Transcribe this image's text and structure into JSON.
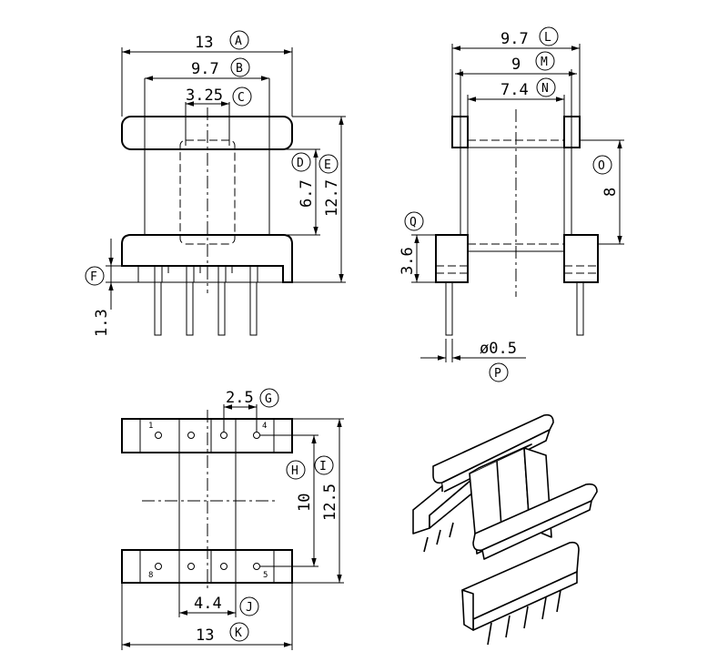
{
  "front_view": {
    "dims": {
      "width_A": "13",
      "width_B": "9.7",
      "width_C": "3.25",
      "height_D": "6.7",
      "height_E": "12.7",
      "pin_F": "1.3"
    },
    "labels": {
      "A": "A",
      "B": "B",
      "C": "C",
      "D": "D",
      "E": "E",
      "F": "F"
    }
  },
  "side_view": {
    "dims": {
      "width_L": "9.7",
      "width_M": "9",
      "width_N": "7.4",
      "height_O": "8",
      "flange_Q": "3.6",
      "pin_P": "ø0.5"
    },
    "labels": {
      "L": "L",
      "M": "M",
      "N": "N",
      "O": "O",
      "P": "P",
      "Q": "Q"
    }
  },
  "bottom_view": {
    "dims": {
      "pitch_G": "2.5",
      "span_H": "10",
      "depth_I": "12.5",
      "core_J": "4.4",
      "width_K": "13"
    },
    "labels": {
      "G": "G",
      "H": "H",
      "I": "I",
      "J": "J",
      "K": "K"
    },
    "pin_numbers": {
      "p1": "1",
      "p4": "4",
      "p5": "5",
      "p8": "8"
    }
  }
}
